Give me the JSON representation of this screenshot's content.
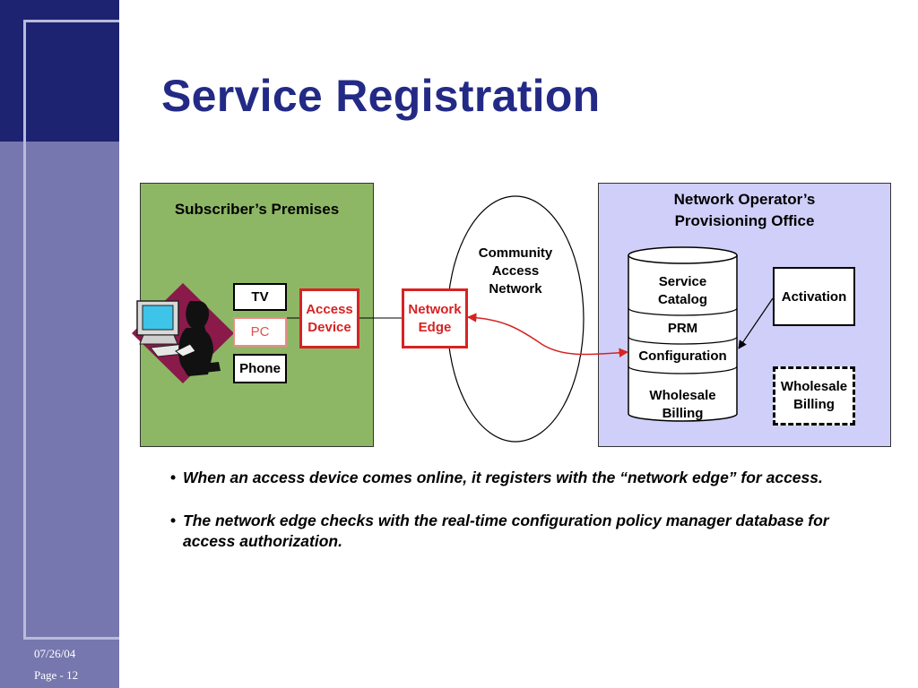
{
  "slide": {
    "title": "Service Registration",
    "footer": {
      "date": "07/26/04",
      "page": "Page - 12"
    }
  },
  "diagram": {
    "subscriber_premises": {
      "title": "Subscriber’s Premises",
      "devices": [
        "TV",
        "PC",
        "Phone"
      ],
      "access_device": [
        "Access",
        "Device"
      ]
    },
    "network_edge": [
      "Network",
      "Edge"
    ],
    "community_network": [
      "Community",
      "Access",
      "Network"
    ],
    "operator_office": {
      "title": [
        "Network Operator’s",
        "Provisioning Office"
      ],
      "database": {
        "service_catalog": [
          "Service",
          "Catalog"
        ],
        "prm": "PRM",
        "configuration": "Configuration",
        "wholesale_billing": [
          "Wholesale",
          "Billing"
        ]
      },
      "activation": "Activation",
      "wholesale_billing_box": [
        "Wholesale",
        "Billing"
      ]
    },
    "colors": {
      "title": "#232a86",
      "subscriber_fill": "#8db765",
      "operator_fill": "#cfcff9",
      "highlight_red": "#d62323",
      "icon_magenta": "#8a1a4a"
    },
    "icons": [
      "person-at-computer-icon"
    ]
  },
  "bullets": [
    "When an access device comes online, it registers with the “network edge” for access.",
    "The network edge checks with the real-time configuration policy manager database for access authorization."
  ]
}
